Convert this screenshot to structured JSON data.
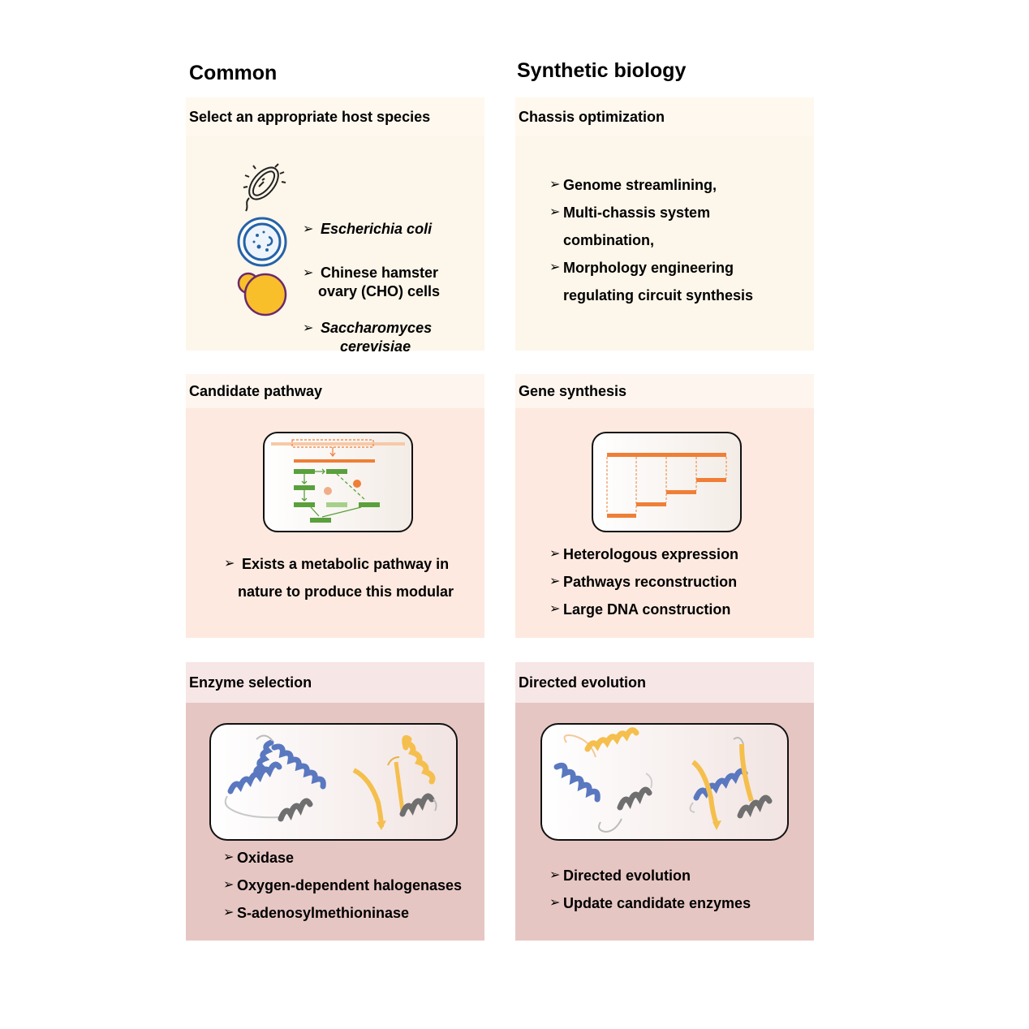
{
  "columns": {
    "left_title": "Common",
    "right_title": "Synthetic biology"
  },
  "panels": {
    "host": {
      "title": "Select an appropriate host species",
      "items": [
        {
          "label": "Escherichia coli",
          "icon": "bacterium-icon"
        },
        {
          "label_line1": "Chinese hamster",
          "label_line2": "ovary (CHO) cells",
          "icon": "cell-icon"
        },
        {
          "label_line1": "Saccharomyces",
          "label_line2": "cerevisiae",
          "icon": "yeast-icon"
        }
      ]
    },
    "chassis": {
      "title": "Chassis optimization",
      "bullets": [
        "Genome streamlining,",
        "Multi-chassis system combination,",
        "Morphology engineering regulating circuit synthesis"
      ]
    },
    "pathway": {
      "title": "Candidate pathway",
      "bullet_line1": "Exists a metabolic pathway in",
      "bullet_line2": "nature to produce this modular"
    },
    "gene": {
      "title": "Gene synthesis",
      "bullets": [
        "Heterologous expression",
        "Pathways reconstruction",
        "Large DNA construction"
      ]
    },
    "enzyme": {
      "title": "Enzyme selection",
      "bullets": [
        "Oxidase",
        "Oxygen-dependent halogenases",
        "S-adenosylmethioninase"
      ]
    },
    "evolution": {
      "title": "Directed evolution",
      "bullets": [
        "Directed evolution",
        "Update candidate enzymes"
      ]
    }
  },
  "bullet_marker": "➢",
  "colors": {
    "orange": "#ef7f37",
    "green": "#5aa03c",
    "blue_helix": "#5a78c0",
    "yellow_helix": "#f5bf4e",
    "gray_helix": "#6f6f6f",
    "yeast_fill": "#f9bf2b",
    "yeast_outline": "#6b2a6b",
    "cell_blue": "#2563a8"
  }
}
